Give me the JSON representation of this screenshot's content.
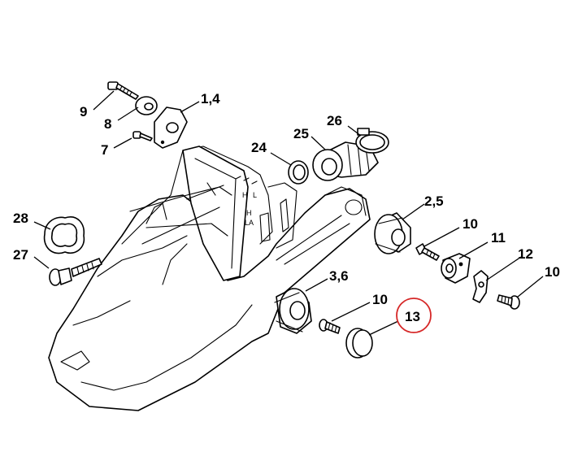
{
  "diagram": {
    "callouts": [
      {
        "id": "c9",
        "text": "9"
      },
      {
        "id": "c8",
        "text": "8"
      },
      {
        "id": "c7",
        "text": "7"
      },
      {
        "id": "c14",
        "text": "1,4"
      },
      {
        "id": "c24",
        "text": "24"
      },
      {
        "id": "c25",
        "text": "25"
      },
      {
        "id": "c26",
        "text": "26"
      },
      {
        "id": "c28",
        "text": "28"
      },
      {
        "id": "c27",
        "text": "27"
      },
      {
        "id": "c25b",
        "text": "2,5"
      },
      {
        "id": "c10a",
        "text": "10"
      },
      {
        "id": "c11",
        "text": "11"
      },
      {
        "id": "c12",
        "text": "12"
      },
      {
        "id": "c10b",
        "text": "10"
      },
      {
        "id": "c36",
        "text": "3,6"
      },
      {
        "id": "c10c",
        "text": "10"
      },
      {
        "id": "c13",
        "text": "13"
      }
    ],
    "housing_marks": [
      "H",
      "L",
      "H",
      "LA"
    ],
    "highlight_color": "#d62828"
  }
}
